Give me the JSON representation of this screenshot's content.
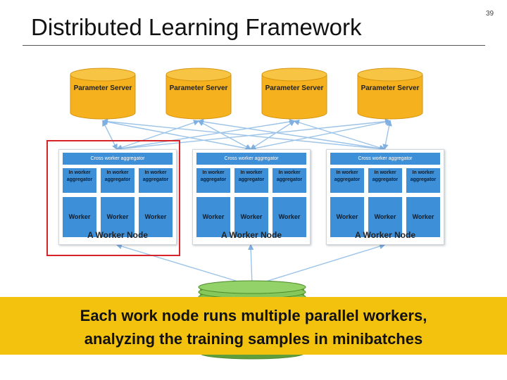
{
  "slide": {
    "title": "Distributed Learning Framework",
    "page_number": "39"
  },
  "servers": [
    {
      "label": "Parameter Server"
    },
    {
      "label": "Parameter Server"
    },
    {
      "label": "Parameter Server"
    },
    {
      "label": "Parameter Server"
    }
  ],
  "worker_nodes": [
    {
      "aggregator": "Cross worker aggregator",
      "in_worker": "In worker aggregator",
      "worker": "Worker",
      "label": "A Worker Node"
    },
    {
      "aggregator": "Cross worker aggregator",
      "in_worker": "In worker aggregator",
      "worker": "Worker",
      "label": "A Worker Node"
    },
    {
      "aggregator": "Cross worker aggregator",
      "in_worker": "In worker aggregator",
      "worker": "Worker",
      "label": "A Worker Node"
    }
  ],
  "caption": {
    "line1": "Each work node runs multiple parallel workers,",
    "line2": "analyzing the training samples in minibatches"
  },
  "colors": {
    "server_fill": "#f5b21e",
    "worker_blue": "#3d8fd8",
    "arrow_blue": "#9cc3e8",
    "highlight_red": "#d9232b",
    "data_green": "#6eae45",
    "caption_bg": "#f3c20f"
  }
}
